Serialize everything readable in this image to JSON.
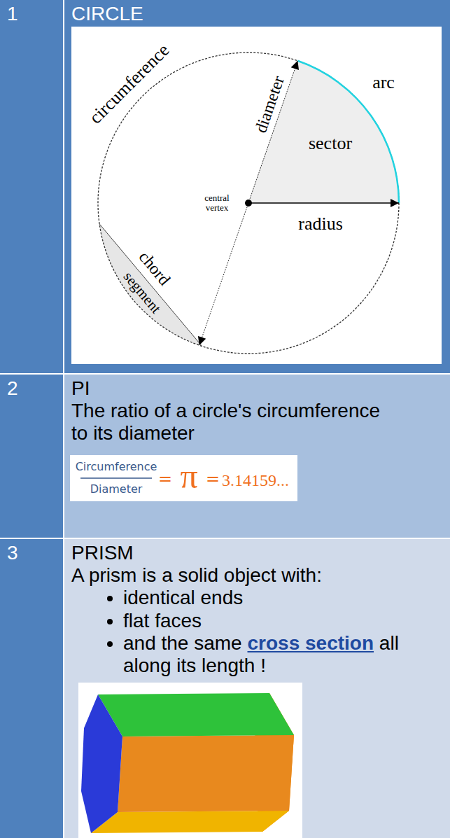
{
  "diagram": {
    "nodes": [
      {
        "text": [
          "1"
        ]
      },
      {
        "text": [
          "CIRCLE"
        ]
      },
      {
        "text": [
          "2"
        ]
      },
      {
        "text": [
          "PI",
          "The ratio of a circle's circumference to its diameter"
        ]
      },
      {
        "text": [
          "3"
        ]
      },
      {
        "text": [
          "PRISM",
          "A prism is a solid object with:",
          "identical ends",
          "flat faces",
          "and the same",
          "cross section",
          "all along its length !"
        ]
      }
    ],
    "labels": [
      "circumference",
      "diameter",
      "arc",
      "sector",
      "central vertex",
      "radius",
      "chord",
      "segment",
      "Circumference",
      "Diameter",
      "=",
      "π",
      "=",
      "3.14159..."
    ]
  }
}
